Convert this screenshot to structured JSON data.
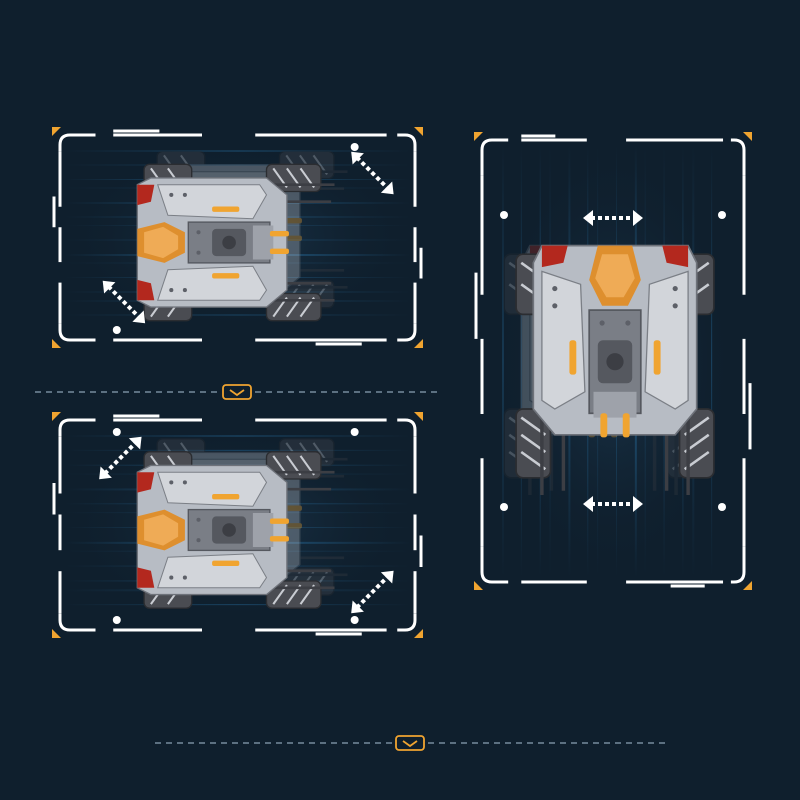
{
  "colors": {
    "background": "#0f1f2d",
    "frame": "#ffffff",
    "accent_orange": "#f0a430",
    "divider": "#8aa0b4",
    "streak_blue": "#2f8fd0",
    "robot_body": "#b7bcc4",
    "robot_dark": "#55585f",
    "robot_orange": "#e28a1e",
    "robot_red": "#b3281e"
  },
  "icons": {
    "double_arrow": "double-arrow-icon",
    "chevron": "chevron-down-icon",
    "corner": "corner-triangle-icon"
  },
  "panels": [
    {
      "id": "top-left",
      "orientation": "landscape",
      "motion": "diagonal-strafe"
    },
    {
      "id": "bottom-left",
      "orientation": "landscape",
      "motion": "diagonal-strafe"
    },
    {
      "id": "right",
      "orientation": "portrait",
      "motion": "lateral-strafe"
    }
  ]
}
